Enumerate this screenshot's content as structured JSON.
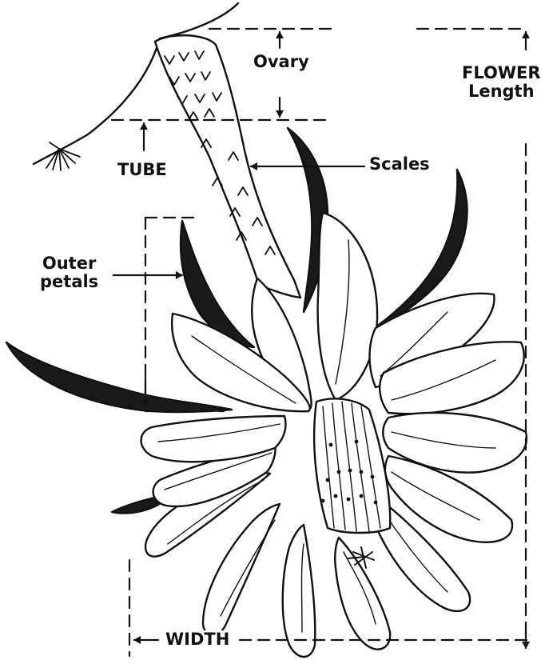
{
  "labels": {
    "ovary": "Ovary",
    "flower_line1": "FLOWER",
    "flower_line2": "Length",
    "tube": "TUBE",
    "scales": "Scales",
    "outer_line1": "Outer",
    "outer_line2": "petals",
    "width": "WIDTH"
  },
  "colors": {
    "ink": "#111111",
    "background": "#ffffff"
  }
}
